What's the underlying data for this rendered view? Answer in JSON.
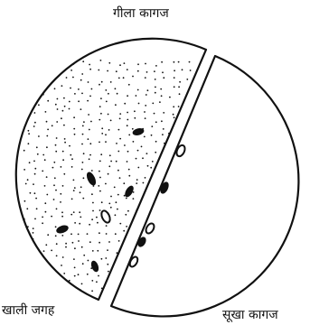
{
  "labels": {
    "wet_paper": "गीला कागज",
    "empty_space": "खाली जगह",
    "dry_paper": "सूखा कागज"
  },
  "colors": {
    "ink": "#111111",
    "paper": "#ffffff"
  }
}
